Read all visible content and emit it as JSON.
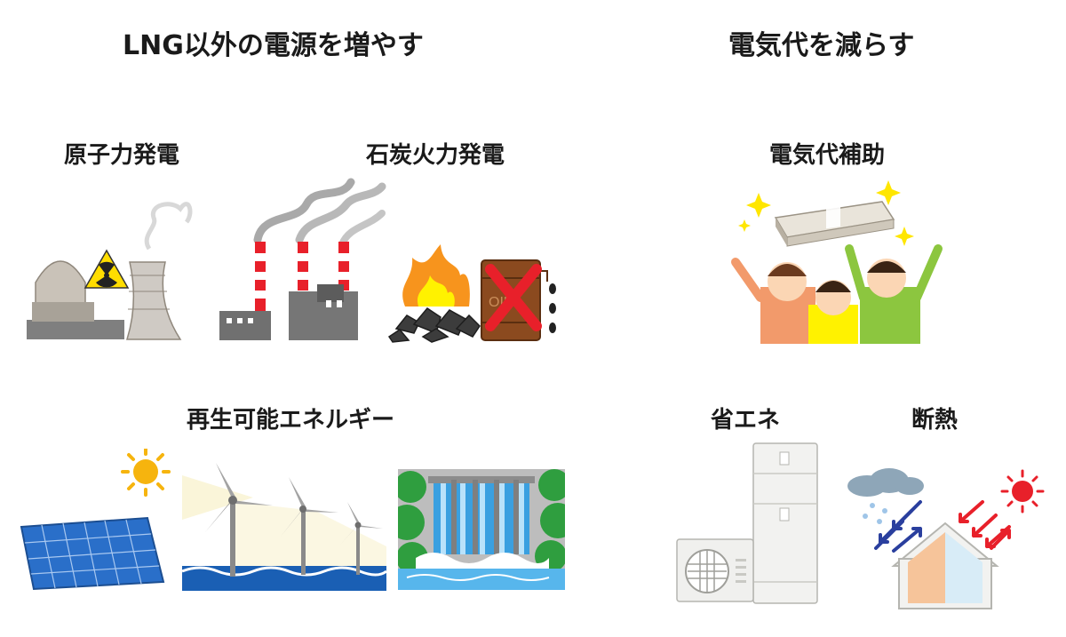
{
  "left_section": {
    "heading": "LNG以外の電源を増やす",
    "nuclear_label": "原子力発電",
    "coal_label": "石炭火力発電",
    "renewable_label": "再生可能エネルギー",
    "oil_drum_text": "OIL"
  },
  "right_section": {
    "heading": "電気代を減らす",
    "subsidy_label": "電気代補助",
    "energy_saving_label": "省エネ",
    "insulation_label": "断熱"
  },
  "colors": {
    "nuclear_gray": "#c9c2b8",
    "chimney_red": "#e8202a",
    "fire_orange": "#f7941d",
    "x_mark_red": "#e8202a",
    "solar_blue": "#2a6fc9",
    "sea_blue": "#1a5fb4",
    "forest_green": "#2f9e3f",
    "sun_yellow": "#f6b40e",
    "cold_arrow_blue": "#2a3f9e",
    "heat_arrow_red": "#e8202a"
  }
}
